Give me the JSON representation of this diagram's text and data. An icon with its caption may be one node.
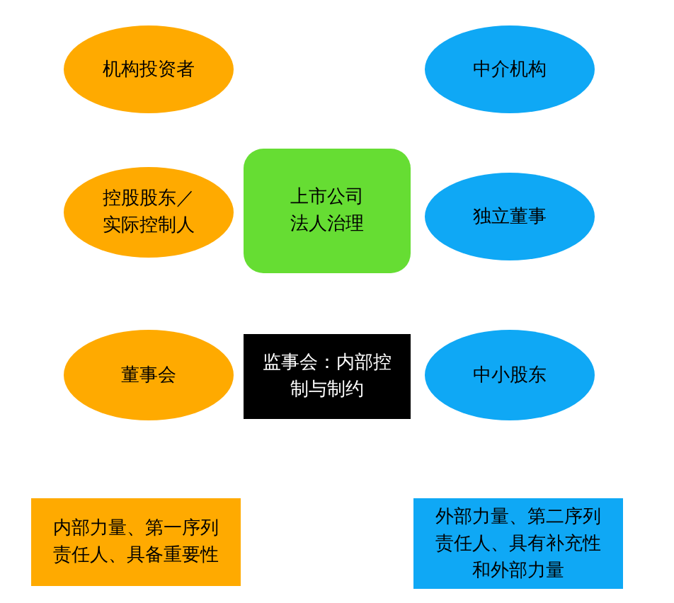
{
  "diagram": {
    "nodes": [
      {
        "text": [
          "机构投资者"
        ]
      },
      {
        "text": [
          "中介机构"
        ]
      },
      {
        "text": [
          "控股股东／实际控制人"
        ]
      },
      {
        "text": [
          "上市公司法人治理"
        ]
      },
      {
        "text": [
          "独立董事"
        ]
      },
      {
        "text": [
          "董事会"
        ]
      },
      {
        "text": [
          "监事会：内部控制与制约"
        ]
      },
      {
        "text": [
          "中小股东"
        ]
      },
      {
        "text": [
          "内部力量、第一序列责任人、具备重要性"
        ]
      },
      {
        "text": [
          "外部力量、第二序列责任人、具有补充性和外部力量"
        ]
      }
    ],
    "edges": []
  }
}
